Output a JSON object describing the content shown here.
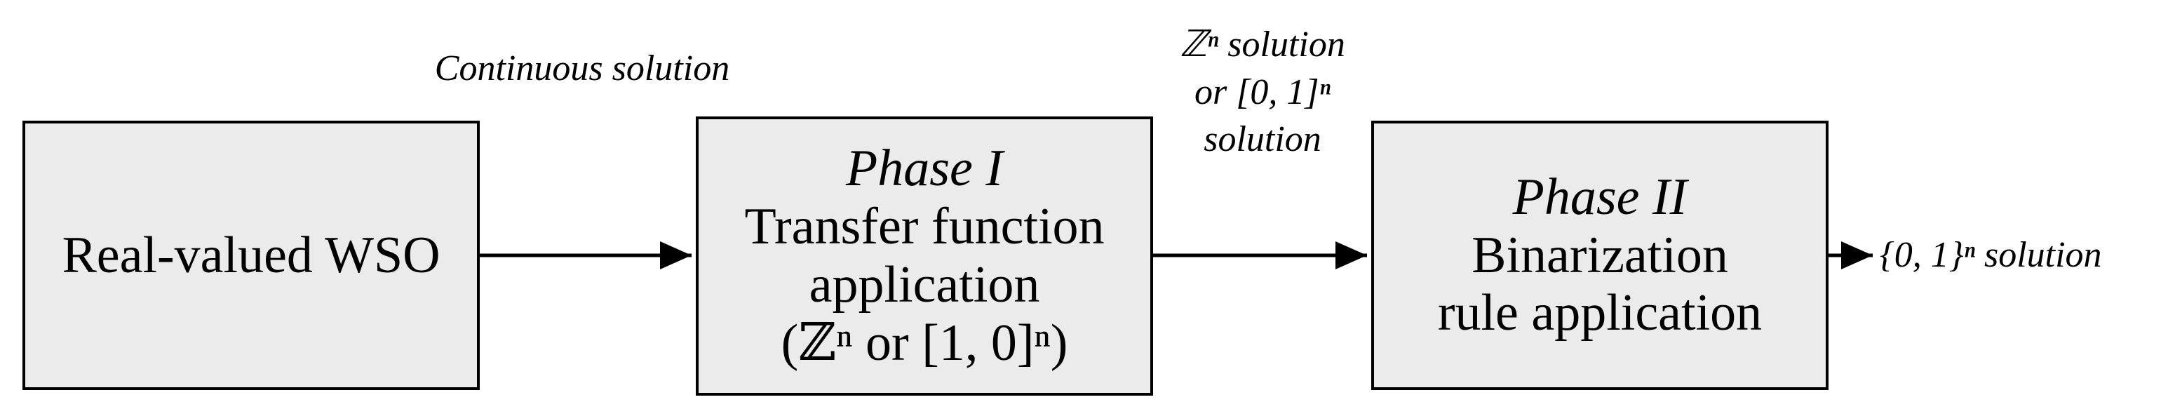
{
  "boxes": {
    "real_valued": {
      "label": "Real-valued WSO"
    },
    "phase1": {
      "title": "Phase I",
      "line1": "Transfer function",
      "line2": "application",
      "line3": "(ℤⁿ or [1, 0]ⁿ)"
    },
    "phase2": {
      "title": "Phase II",
      "line1": "Binarization",
      "line2": "rule application"
    }
  },
  "edge_labels": {
    "continuous": "Continuous solution",
    "zn_line1": "ℤⁿ solution",
    "zn_line2": "or [0, 1]ⁿ",
    "zn_line3": "solution",
    "final": "{0, 1}ⁿ solution"
  },
  "colors": {
    "box_fill": "#ebebeb",
    "stroke": "#000000"
  }
}
